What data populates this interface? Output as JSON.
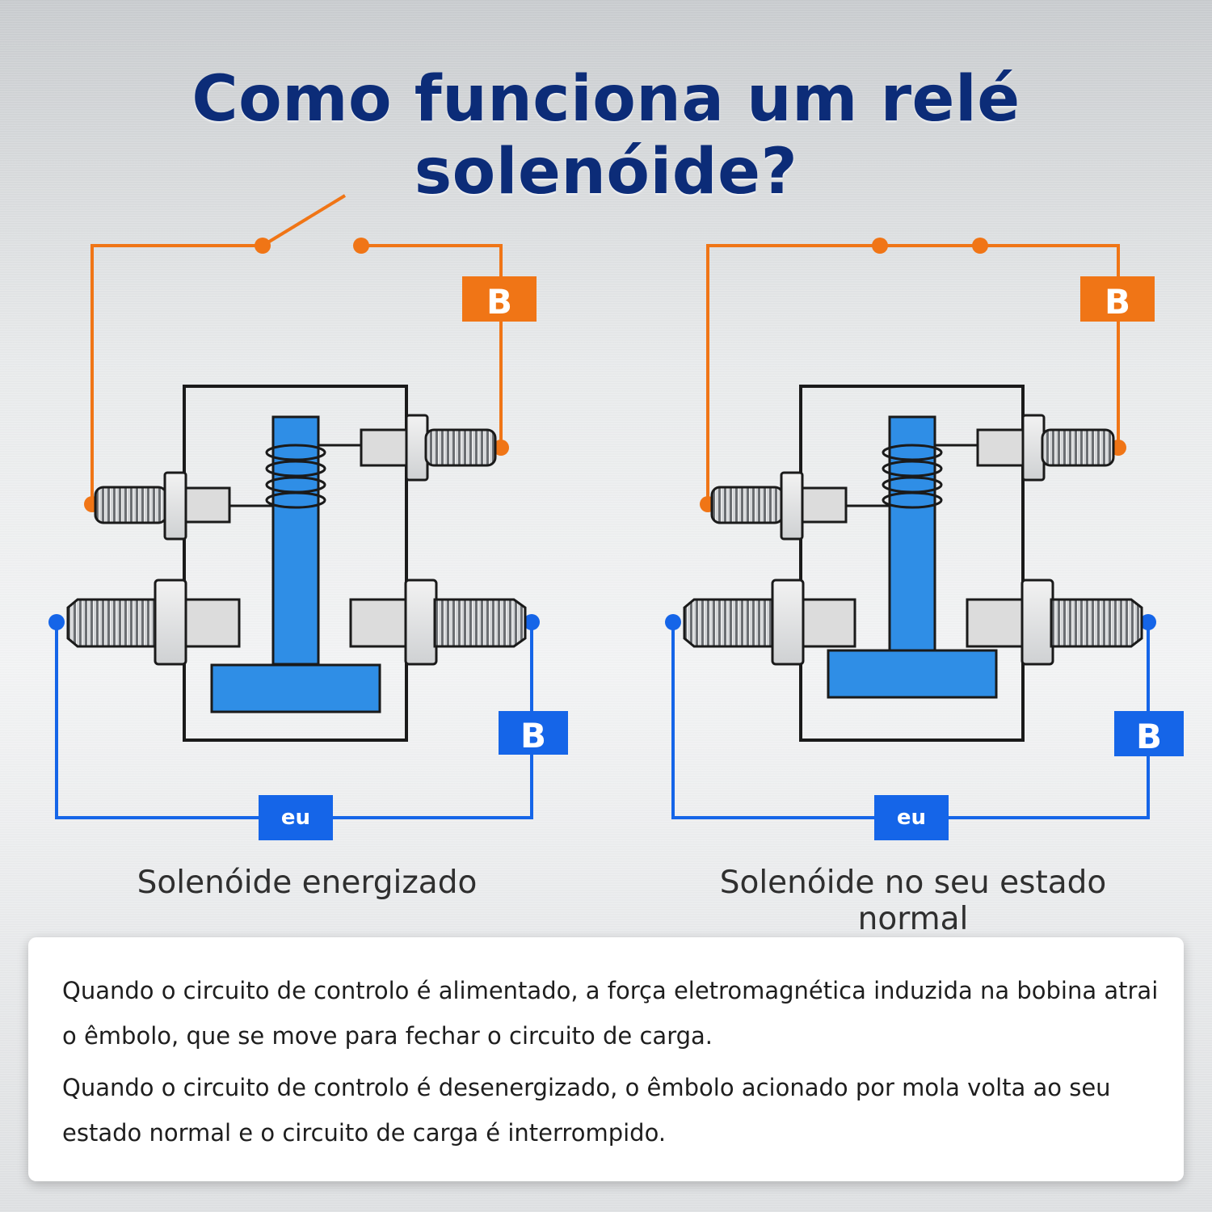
{
  "title": "Como funciona um relé solenóide?",
  "colors": {
    "title": "#0c2c78",
    "control_circuit": "#f07516",
    "load_circuit": "#1565e8",
    "plunger": "#2f8ee6",
    "frame": "#1a1a1a"
  },
  "diagrams": [
    {
      "caption": "Solenóide energizado",
      "control_switch": "open",
      "battery_top_label": "B",
      "battery_bottom_label": "B",
      "coil_label": "eu"
    },
    {
      "caption": "Solenóide no seu estado normal",
      "control_switch": "closed",
      "battery_top_label": "B",
      "battery_bottom_label": "B",
      "coil_label": "eu"
    }
  ],
  "explanation": {
    "paragraph_1": "Quando o circuito de controlo é alimentado, a força eletromagnética induzida na bobina atrai o êmbolo, que se move para fechar o circuito de carga.",
    "paragraph_2": "Quando o circuito de controlo é desenergizado, o êmbolo acionado por mola volta ao seu estado normal e o circuito de carga é interrompido."
  },
  "icons": [
    "battery-icon",
    "open-switch-icon",
    "closed-switch-icon",
    "coil-icon",
    "terminal-bolt-icon",
    "plunger-icon"
  ]
}
